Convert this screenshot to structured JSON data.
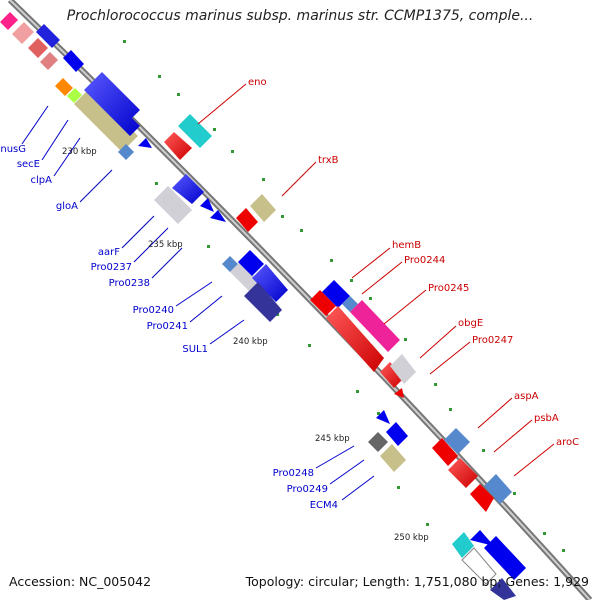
{
  "title": "Prochlorococcus marinus subsp. marinus str. CCMP1375, comple...",
  "footer": {
    "accession": "Accession: NC_005042",
    "summary": "Topology: circular; Length: 1,751,080 bp; Genes: 1,929"
  },
  "ticks": [
    "230 kbp",
    "235 kbp",
    "240 kbp",
    "245 kbp",
    "250 kbp"
  ],
  "genes_left": [
    "nusG",
    "secE",
    "clpA",
    "gloA",
    "aarF",
    "Pro0237",
    "Pro0238",
    "Pro0240",
    "Pro0241",
    "SUL1",
    "Pro0248",
    "Pro0249",
    "ECM4"
  ],
  "genes_right": [
    "eno",
    "trxB",
    "hemB",
    "Pro0244",
    "Pro0245",
    "obgE",
    "Pro0247",
    "aspA",
    "psbA",
    "aroC"
  ],
  "colors": {
    "left_label": "#0000cc",
    "right_label": "#cc0000",
    "forward_gene": "#0000ee",
    "reverse_gene": "#ee0000",
    "backbone": "#888888",
    "gc_marks": "#339933"
  }
}
